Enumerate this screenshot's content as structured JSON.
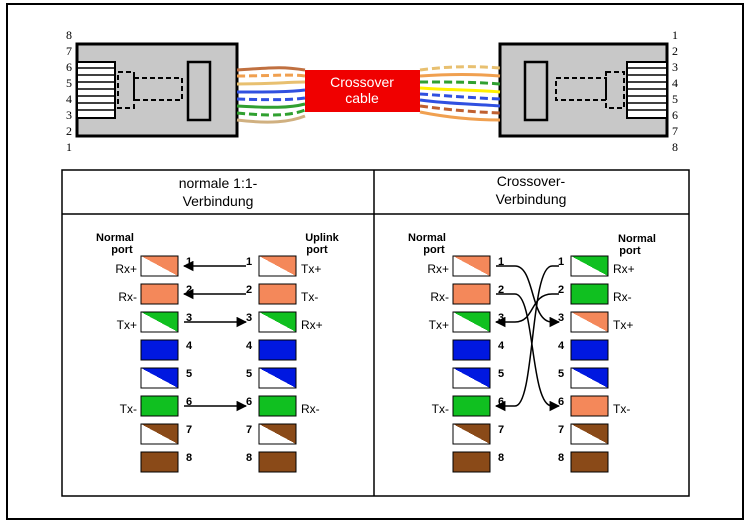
{
  "cable": {
    "label_line1": "Crossover",
    "label_line2": "cable",
    "left_pins": [
      "8",
      "7",
      "6",
      "5",
      "4",
      "3",
      "2",
      "1"
    ],
    "right_pins": [
      "1",
      "2",
      "3",
      "4",
      "5",
      "6",
      "7",
      "8"
    ],
    "wire_colors": [
      "#f0a050",
      "#e8c070",
      "#3050e0",
      "#30a030",
      "#fff000",
      "#c06030"
    ]
  },
  "table": {
    "left_title_line1": "normale 1:1-",
    "left_title_line2": "Verbindung",
    "right_title_line1": "Crossover-",
    "right_title_line2": "Verbindung"
  },
  "left_panel": {
    "left_header_line1": "Normal",
    "left_header_line2": "port",
    "right_header_line1": "Uplink",
    "right_header_line2": "port",
    "left_signals": [
      "Rx+",
      "Rx-",
      "Tx+",
      "Tx-"
    ],
    "right_signals": [
      "Tx+",
      "Tx-",
      "Rx+",
      "Rx-"
    ],
    "pins": [
      "1",
      "2",
      "3",
      "4",
      "5",
      "6",
      "7",
      "8"
    ],
    "left_colors": [
      "orange-stripe",
      "orange",
      "green-stripe",
      "blue",
      "blue-stripe",
      "green",
      "brown-stripe",
      "brown"
    ],
    "right_colors": [
      "orange-stripe",
      "orange",
      "green-stripe",
      "blue",
      "blue-stripe",
      "green",
      "brown-stripe",
      "brown"
    ]
  },
  "right_panel": {
    "left_header_line1": "Normal",
    "left_header_line2": "port",
    "right_header_line1": "Normal",
    "right_header_line2": "port",
    "left_signals": [
      "Rx+",
      "Rx-",
      "Tx+",
      "Tx-"
    ],
    "right_signals": [
      "Rx+",
      "Rx-",
      "Tx+",
      "Tx-"
    ],
    "pins": [
      "1",
      "2",
      "3",
      "4",
      "5",
      "6",
      "7",
      "8"
    ],
    "left_colors": [
      "orange-stripe",
      "orange",
      "green-stripe",
      "blue",
      "blue-stripe",
      "green",
      "brown-stripe",
      "brown"
    ],
    "right_colors": [
      "green-stripe",
      "green",
      "orange-stripe",
      "blue",
      "blue-stripe",
      "orange",
      "brown-stripe",
      "brown"
    ]
  },
  "palette": {
    "orange": "#f4885a",
    "green": "#10c020",
    "blue": "#0018e0",
    "brown": "#8a4a18",
    "label_red": "#f00000"
  }
}
